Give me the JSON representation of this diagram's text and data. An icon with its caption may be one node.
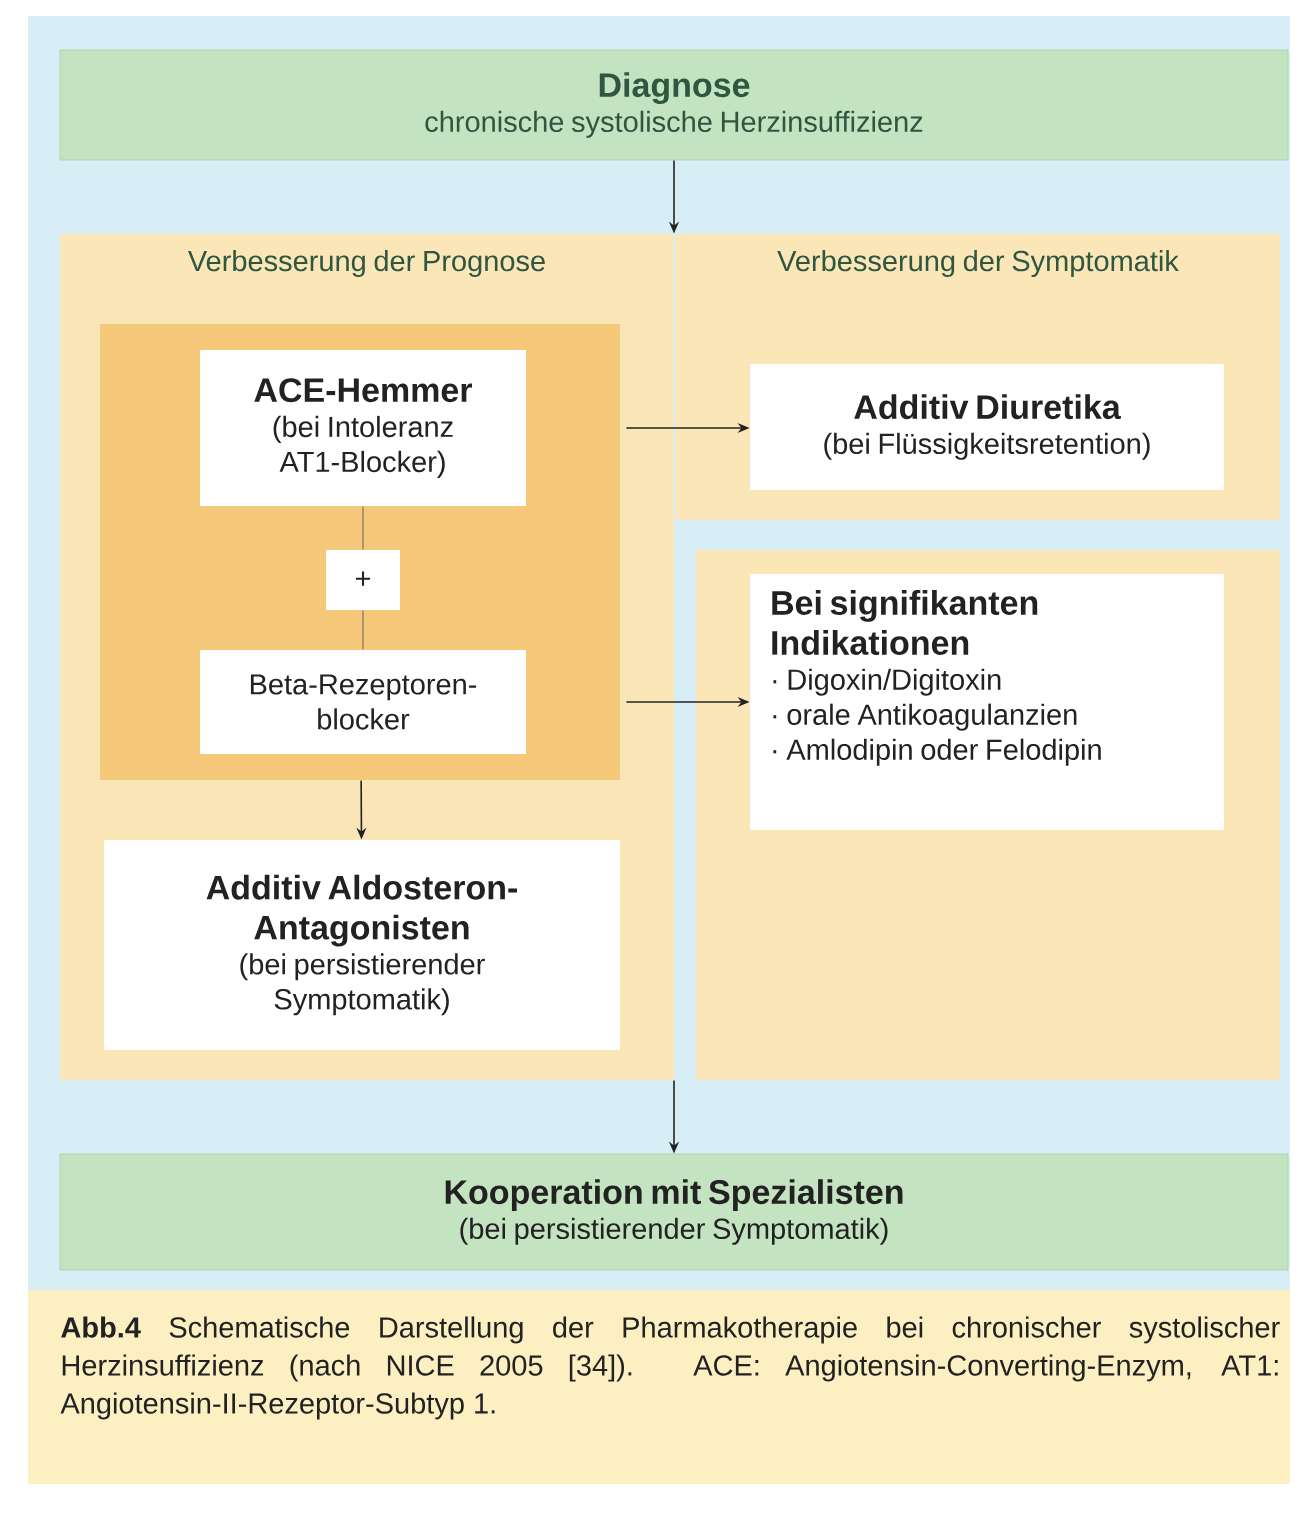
{
  "diagram": {
    "caption": "**Abb.4** Schematische Darstellung der Pharmakotherapie bei chronischer systolischer Herzinsuffizienz (nach NICE 2005 [34]). ACE: Angiotensin-Converting-Enzym, AT1: Angiotensin-II-Rezeptor-Subtyp 1.",
    "nodes": [
      {
        "text": [
          "Diagnose",
          "chronische systolische Herzinsuffizienz"
        ]
      },
      {
        "text": [
          "Verbesserung der Prognose"
        ]
      },
      {
        "text": [],
        "shape": "box",
        "in": 1
      },
      {
        "text": [
          "ACE-Hemmer",
          "(bei Intoleranz AT1-Blocker)"
        ],
        "in": 2
      },
      {
        "text": [
          "+"
        ],
        "in": 2
      },
      {
        "text": [
          "Beta-Rezeptoren- blocker"
        ],
        "in": 2
      },
      {
        "text": [
          "Additiv Aldosteron- Antagonisten",
          "(bei persistierender Symptomatik)"
        ],
        "in": 1
      },
      {
        "text": [
          "Verbesserung der Symptomatik"
        ]
      },
      {
        "text": [
          "Additiv Diuretika",
          "(bei Flüssigkeitsretention)"
        ],
        "in": 7
      },
      {
        "text": [],
        "shape": "box"
      },
      {
        "text": [
          "Bei signifikanten Indikationen",
          "· Digoxin/Digitoxin",
          "· orale Antikoagulanzien",
          "· Amlodipin oder Felodipin"
        ],
        "in": 9
      },
      {
        "text": [
          "Kooperation mit Spezialisten",
          "(bei persistierender Symptomatik)"
        ]
      }
    ],
    "edges": [
      {
        "from": 0,
        "to": 1,
        "arrow": "to"
      },
      {
        "from": 1,
        "to": 11,
        "arrow": "to"
      },
      {
        "from": 3,
        "to": 8,
        "arrow": "to"
      },
      {
        "from": 5,
        "to": 10,
        "arrow": "to"
      },
      {
        "from": 3,
        "to": 4,
        "arrow": "none"
      },
      {
        "from": 4,
        "to": 5,
        "arrow": "none"
      },
      {
        "from": 2,
        "to": 6,
        "arrow": "to"
      }
    ]
  }
}
